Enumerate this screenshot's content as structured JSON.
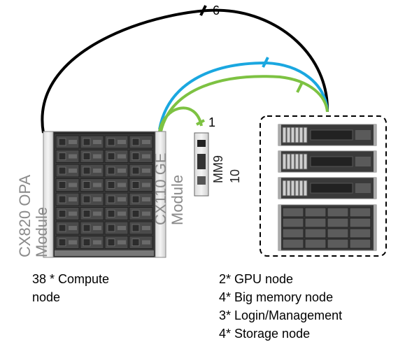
{
  "cables": {
    "top_count": "6",
    "mm9_count": "1"
  },
  "chassis": {
    "left_module": "CX820 OPA\nModule",
    "right_module": "CX110 GE\nModule"
  },
  "mm_label": "MM9\n10",
  "compute_caption": "38 * Compute\nnode",
  "node_list": [
    "2* GPU node",
    "4* Big memory node",
    "3* Login/Management",
    "4* Storage node"
  ],
  "colors": {
    "black_cable": "#000000",
    "blue_cable": "#1aa7e0",
    "green_cable": "#7dc242",
    "dashed_box": "#000000",
    "module_text": "#8a8a8a"
  }
}
